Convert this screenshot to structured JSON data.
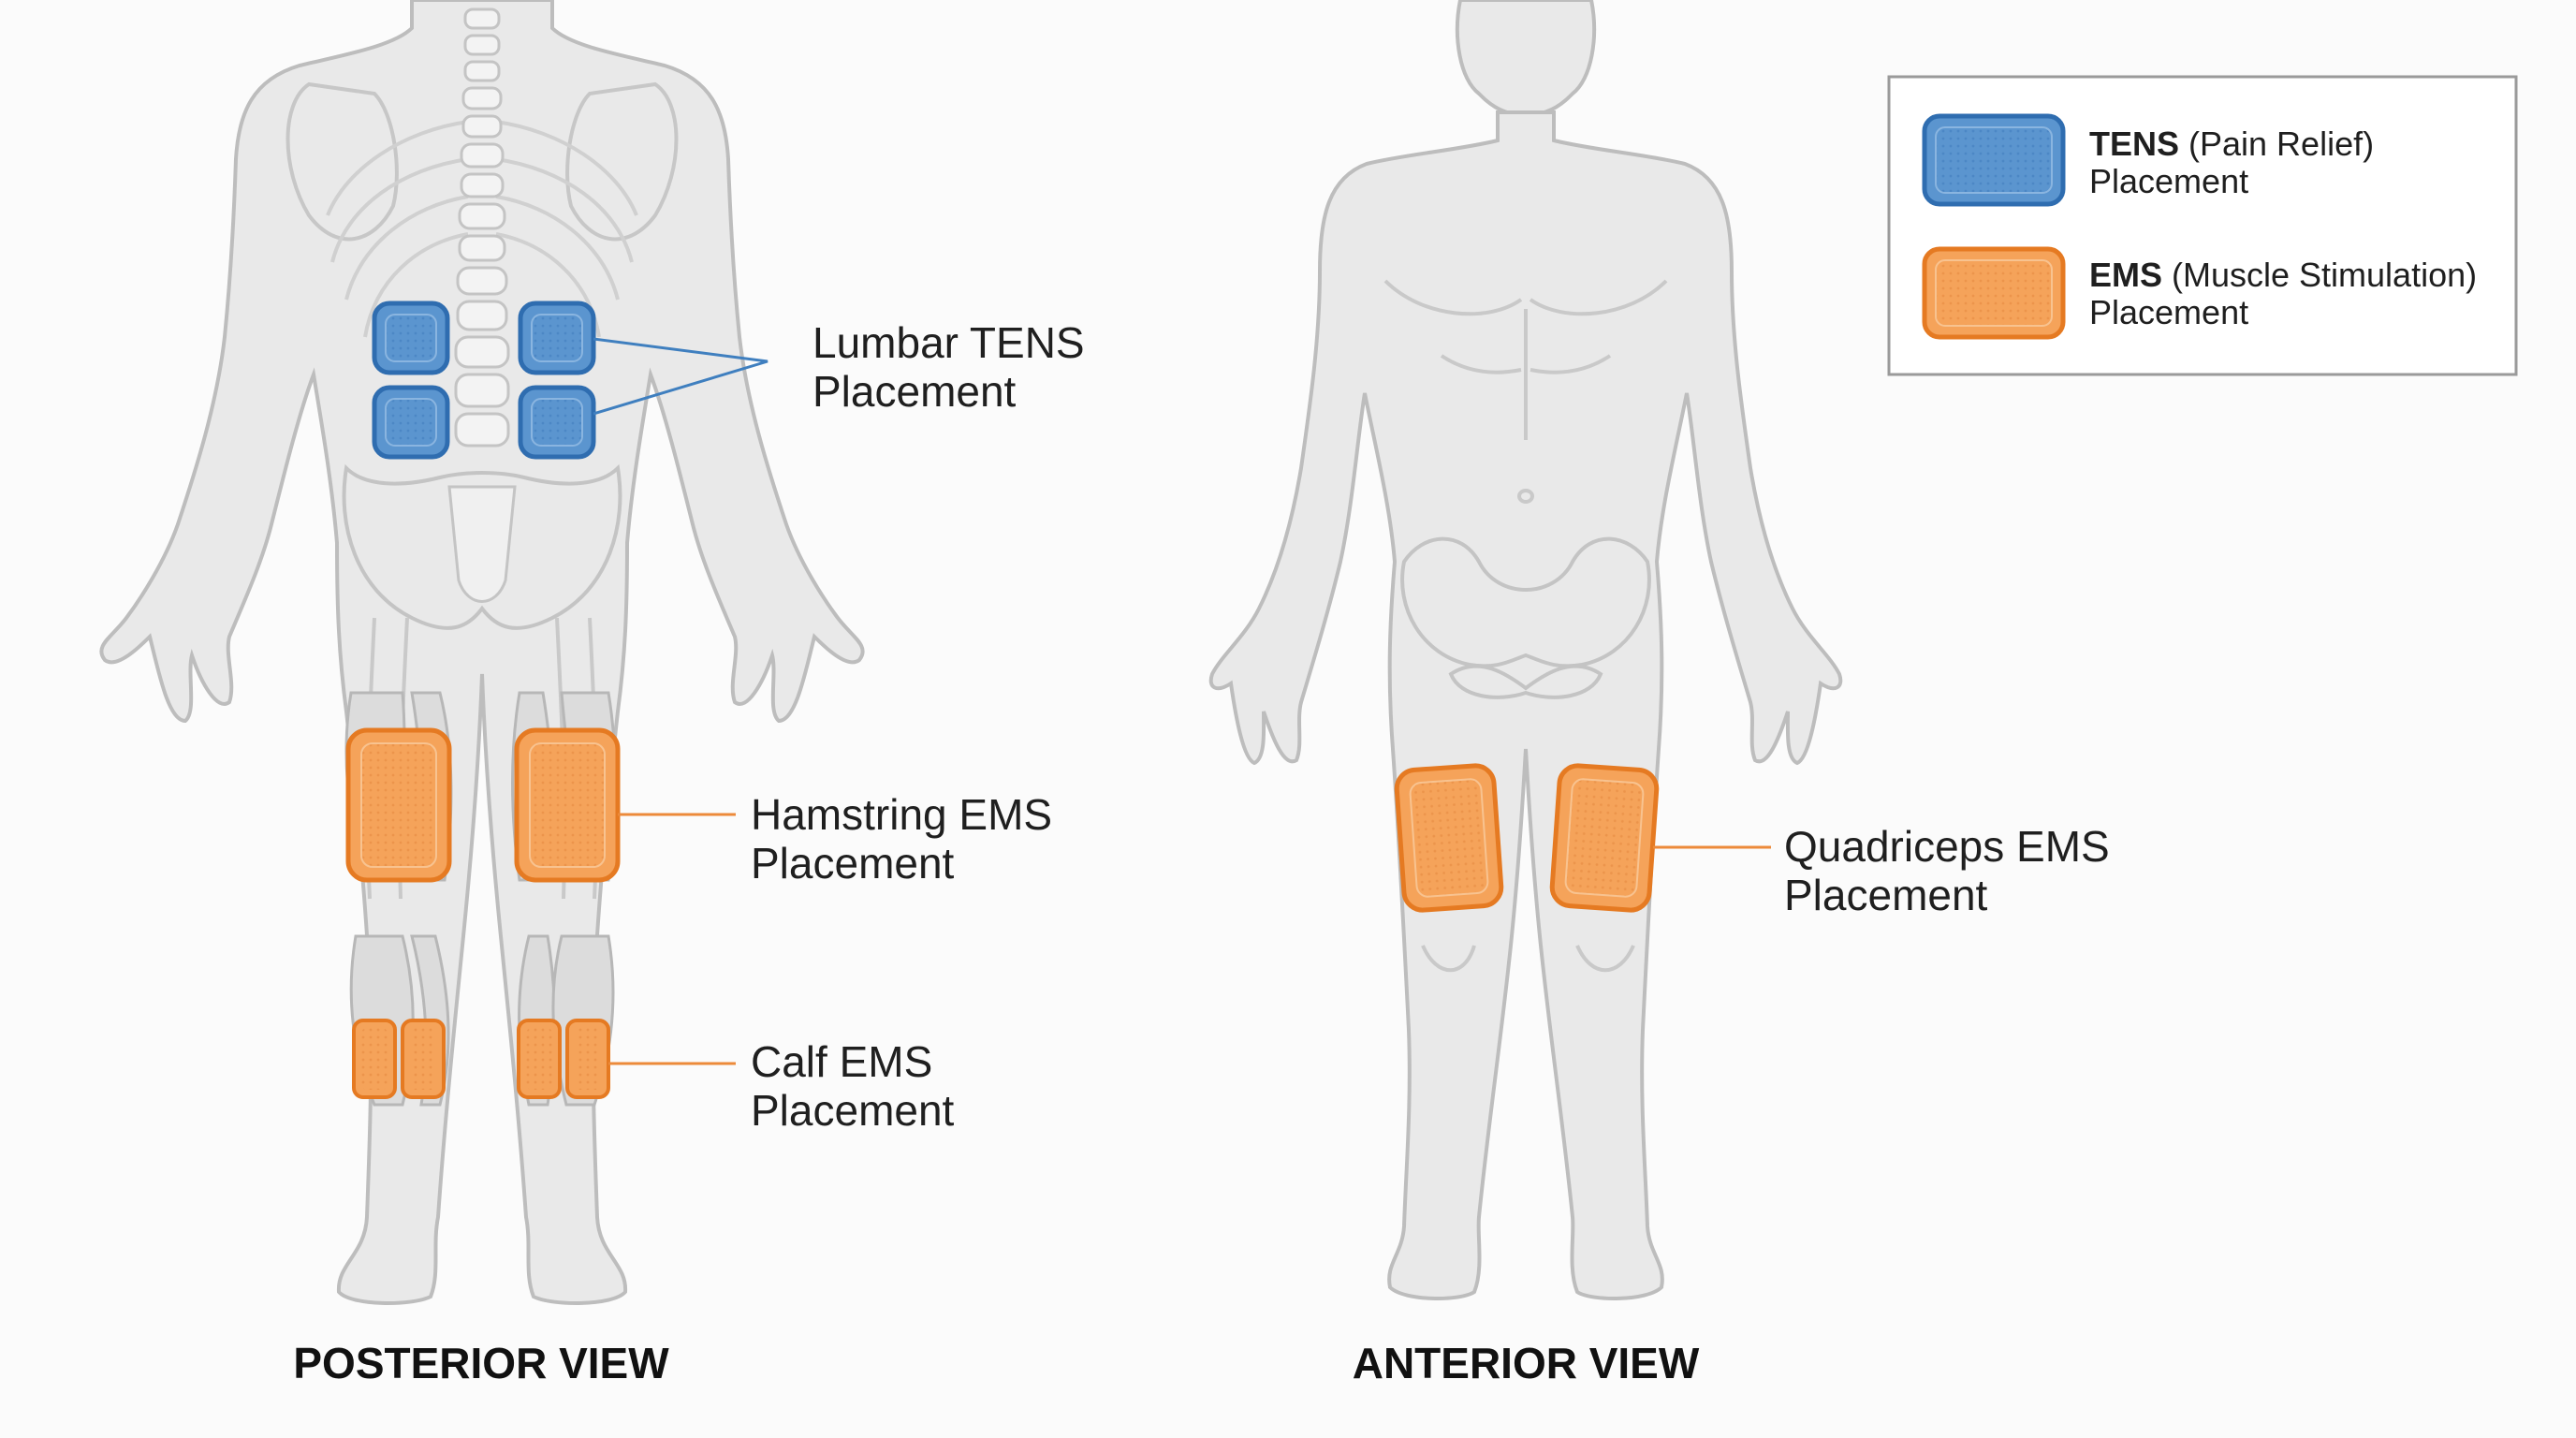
{
  "colors": {
    "tens_fill": "#5b95cf",
    "tens_stroke": "#2f6db0",
    "ems_fill": "#f5a35a",
    "ems_stroke": "#e57a22",
    "body_fill": "#e9e9e9",
    "body_stroke": "#bdbdbd",
    "tens_leader": "#3f7fbf",
    "ems_leader": "#ec8a3a"
  },
  "legend": {
    "tens_strong": "TENS",
    "tens_rest": " (Pain Relief)",
    "tens_line2": "Placement",
    "ems_strong": "EMS",
    "ems_rest": " (Muscle Stimulation)",
    "ems_line2": "Placement"
  },
  "callouts": {
    "lumbar_1": "Lumbar TENS",
    "lumbar_2": "Placement",
    "hamstring_1": "Hamstring EMS",
    "hamstring_2": "Placement",
    "calf_1": "Calf EMS",
    "calf_2": "Placement",
    "quad_1": "Quadriceps EMS",
    "quad_2": "Placement"
  },
  "views": {
    "posterior": "POSTERIOR VIEW",
    "anterior": "ANTERIOR VIEW"
  }
}
